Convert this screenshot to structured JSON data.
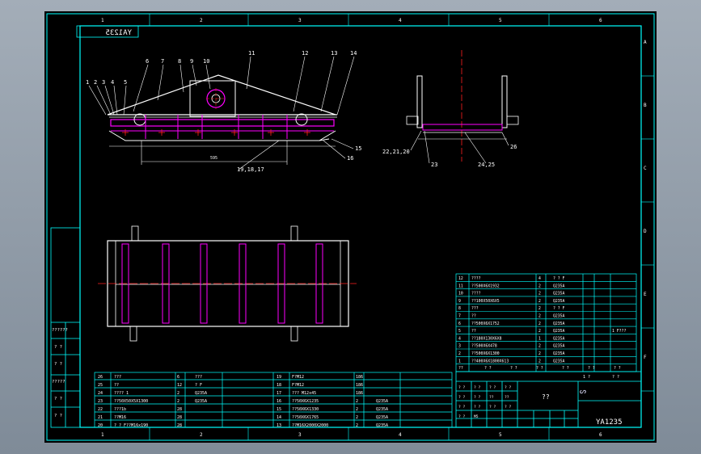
{
  "colors": {
    "frame": "#00ffff",
    "part": "#ffffff",
    "accent": "#ff00ff",
    "center": "#ff2020",
    "text": "#ffffff",
    "background": "#000000"
  },
  "drawing": {
    "title": "YA1235",
    "mirrored_title": "YA1235",
    "grid_columns": [
      "1",
      "2",
      "3",
      "4",
      "5",
      "6"
    ],
    "grid_rows": [
      "A",
      "B",
      "C",
      "D",
      "E",
      "F"
    ],
    "elevation_callouts": [
      "1",
      "2",
      "3",
      "4",
      "5",
      "6",
      "7",
      "8",
      "9",
      "10",
      "11",
      "12",
      "13",
      "14",
      "15",
      "16",
      "19,18,17"
    ],
    "side_view_callouts": [
      "22,21,20",
      "23",
      "24,25",
      "26"
    ],
    "dimension_labels": [
      "595"
    ],
    "left_margin_labels": [
      "??????",
      "? ?",
      "? ?",
      "?????",
      "? ?",
      "? ?"
    ]
  },
  "bom_right": {
    "rows": [
      {
        "no": "12",
        "code": "????",
        "qty": "4",
        "mat": "? ? F",
        "note": ""
      },
      {
        "no": "11",
        "code": "??500X6X1932",
        "qty": "2",
        "mat": "Q235A",
        "note": ""
      },
      {
        "no": "10",
        "code": "????",
        "qty": "2",
        "mat": "Q235A",
        "note": ""
      },
      {
        "no": "9",
        "code": "??100X50X6X5",
        "qty": "2",
        "mat": "Q235A",
        "note": ""
      },
      {
        "no": "8",
        "code": "???",
        "qty": "2",
        "mat": "? ? F",
        "note": ""
      },
      {
        "no": "7",
        "code": "??",
        "qty": "2",
        "mat": "Q235A",
        "note": ""
      },
      {
        "no": "6",
        "code": "??500X6X1752",
        "qty": "2",
        "mat": "Q235A",
        "note": ""
      },
      {
        "no": "5",
        "code": "??",
        "qty": "2",
        "mat": "Q235A",
        "note": "1 F???"
      },
      {
        "no": "4",
        "code": "??180X130X6X8",
        "qty": "1",
        "mat": "Q235A",
        "note": ""
      },
      {
        "no": "3",
        "code": "??500X6X478",
        "qty": "2",
        "mat": "Q235A",
        "note": ""
      },
      {
        "no": "2",
        "code": "??500X6X1300",
        "qty": "2",
        "mat": "Q235A",
        "note": ""
      },
      {
        "no": "1",
        "code": "??400X6X1800X613",
        "qty": "2",
        "mat": "Q235A",
        "note": ""
      }
    ],
    "header": [
      "??",
      "? ?",
      "? ?",
      "? ?",
      "? ?",
      "? ?",
      "? ?"
    ]
  },
  "bom_bottom_left": {
    "rows": [
      {
        "no": "26",
        "code": "???",
        "qty": "6",
        "mat": "???"
      },
      {
        "no": "25",
        "code": "??",
        "qty": "12",
        "mat": "? F"
      },
      {
        "no": "24",
        "code": "???? 1",
        "qty": "2",
        "mat": "Q235A"
      },
      {
        "no": "23",
        "code": "??50X50X5X1300",
        "qty": "2",
        "mat": "Q235A"
      },
      {
        "no": "22",
        "code": "???1b",
        "qty": "28",
        "mat": ""
      },
      {
        "no": "21",
        "code": "??M16",
        "qty": "28",
        "mat": ""
      },
      {
        "no": "20",
        "code": "? ? F??M16x190",
        "qty": "28",
        "mat": ""
      }
    ]
  },
  "bom_bottom_mid": {
    "rows": [
      {
        "no": "19",
        "code": "F?M12",
        "qty": "186",
        "mat": ""
      },
      {
        "no": "18",
        "code": "F?M12",
        "qty": "186",
        "mat": ""
      },
      {
        "no": "17",
        "code": "??? M12x45",
        "qty": "186",
        "mat": ""
      },
      {
        "no": "16",
        "code": "??50X6X1235",
        "qty": "2",
        "mat": "Q235A"
      },
      {
        "no": "15",
        "code": "??50X6X1330",
        "qty": "2",
        "mat": "Q235A"
      },
      {
        "no": "14",
        "code": "??50X6X1765",
        "qty": "2",
        "mat": "Q235A"
      },
      {
        "no": "13",
        "code": "??M16X2000X2000",
        "qty": "2",
        "mat": "Q235A"
      }
    ]
  },
  "title_block": {
    "name": "??",
    "drawing_no": "YA1235",
    "scale": "1 ?",
    "sheets": "? ?",
    "small_cells": [
      "? ?",
      "? ?",
      "? ?",
      "? ?",
      "? ?",
      "? ?",
      "??",
      "??",
      "? ?",
      "? ?",
      "? ?",
      "? ?",
      "? ?",
      "M5"
    ]
  }
}
